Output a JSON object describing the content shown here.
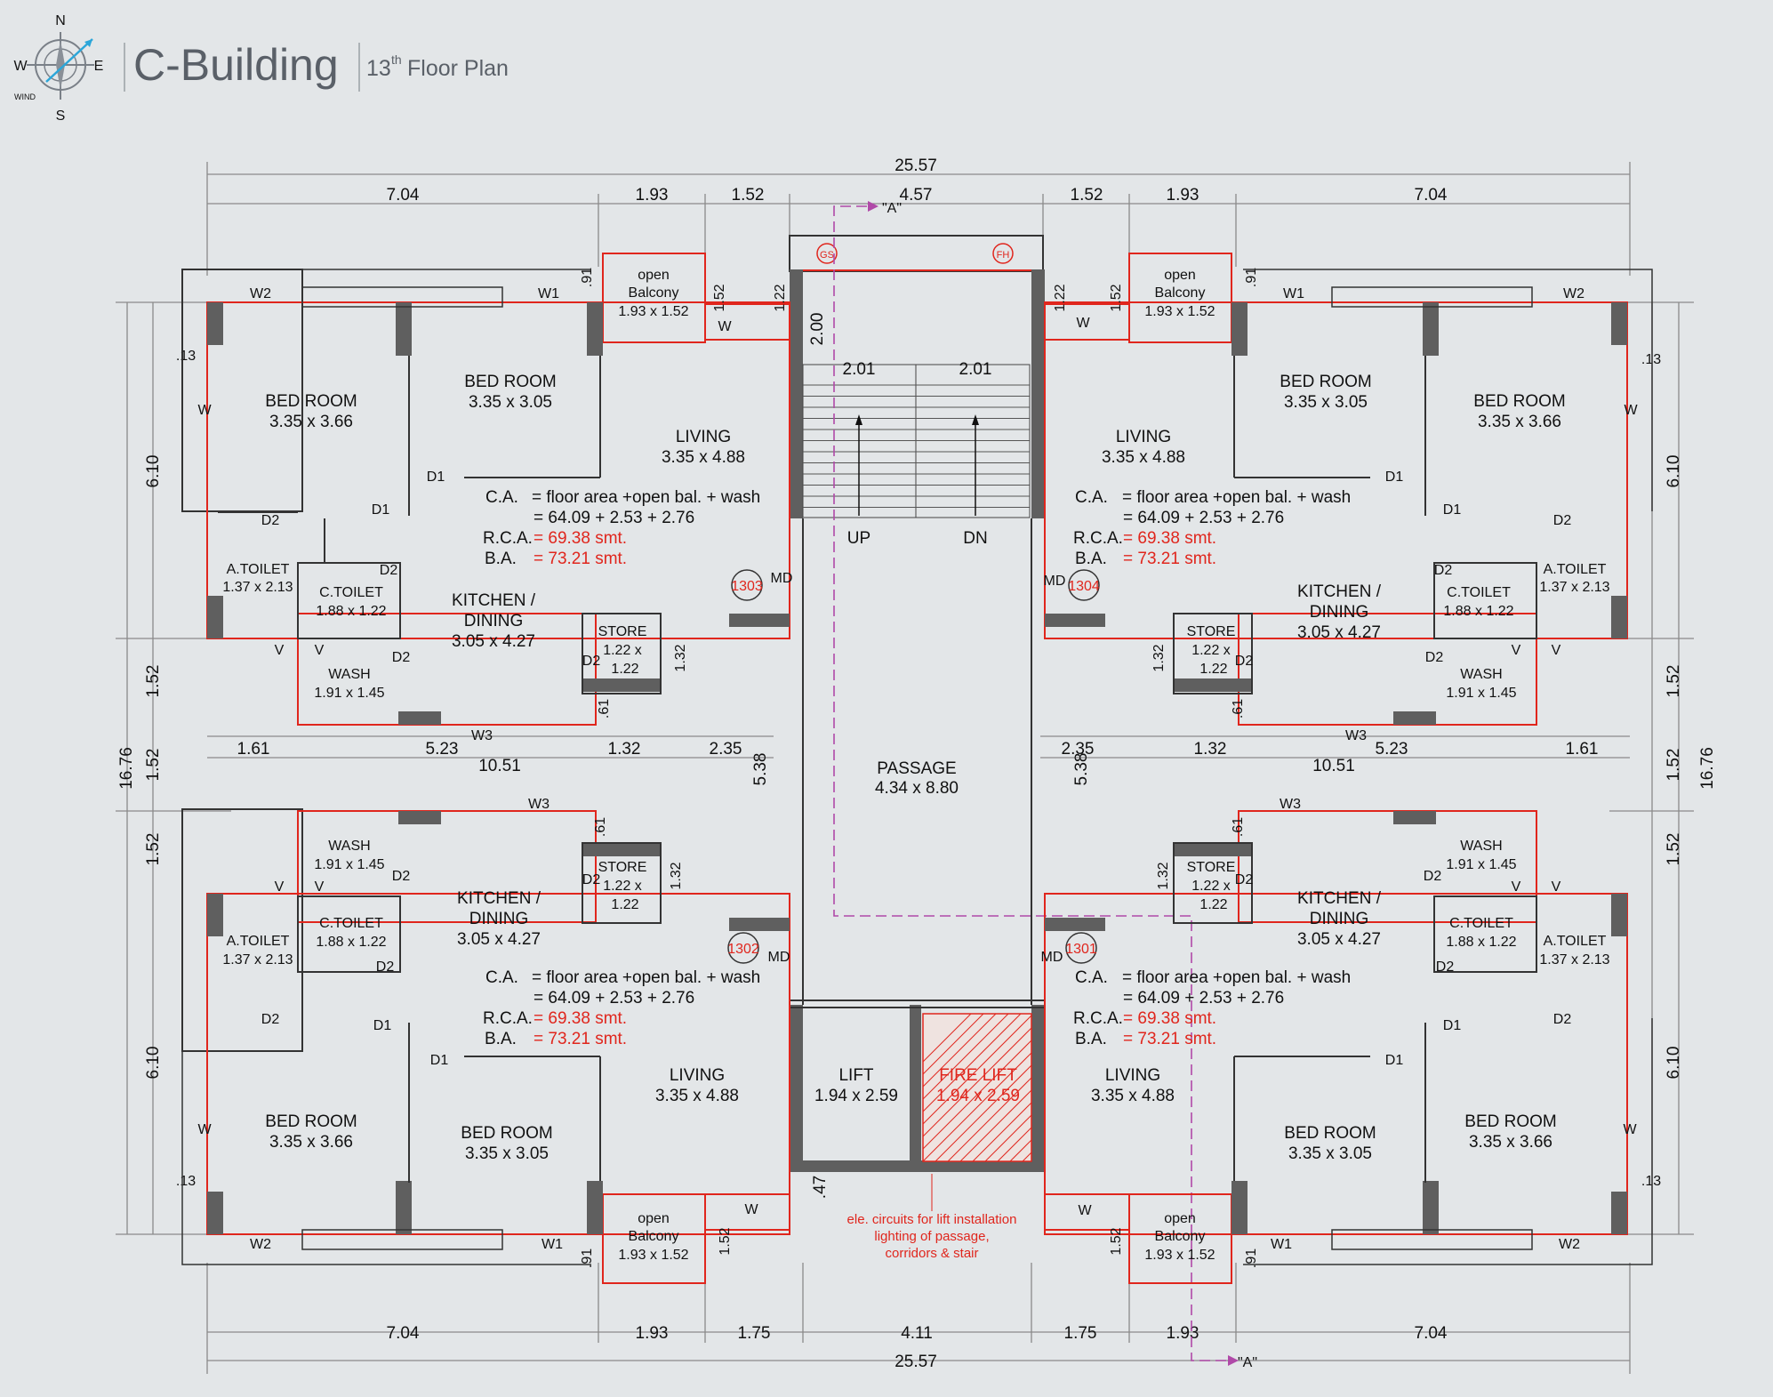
{
  "header": {
    "title": "C-Building",
    "subtitle_prefix": "13",
    "subtitle_sup": "th",
    "subtitle_suffix": "Floor Plan",
    "compass": {
      "n": "N",
      "s": "S",
      "e": "E",
      "w": "W",
      "wind": "WIND"
    }
  },
  "colors": {
    "background": "#e3e6e8",
    "red": "#e0261d",
    "wall": "#5f5f5f",
    "purple": "#b049a8"
  },
  "dimensions": {
    "top_overall": "25.57",
    "top": [
      "7.04",
      "1.93",
      "1.52",
      "4.57",
      "1.52",
      "1.93",
      "7.04"
    ],
    "bottom_overall": "25.57",
    "bottom": [
      "7.04",
      "1.93",
      "1.75",
      "4.11",
      "1.75",
      "1.93",
      "7.04"
    ],
    "left_vertical": [
      "6.10",
      "1.52",
      "1.52",
      "1.52",
      "6.10"
    ],
    "side_total": "16.76",
    "right_vertical": [
      "6.10",
      "1.52",
      "1.52",
      "1.52",
      "6.10"
    ],
    "middle_left": [
      "1.61",
      "5.23",
      "1.32",
      "2.35"
    ],
    "middle_left_total": "10.51",
    "middle_right": [
      "2.35",
      "1.32",
      "5.23",
      "1.61"
    ],
    "middle_right_total": "10.51",
    "stair_width": [
      "2.01",
      "2.01"
    ],
    "stair_depth": "2.00",
    "passage_side": "5.38",
    "misc": {
      "d122": "1.22",
      "d152": "1.52",
      "d091": ".91",
      "d061": ".61",
      "d013": ".13",
      "d132": "1.32",
      "d047": ".47"
    }
  },
  "rooms": {
    "bed_room_large": {
      "name": "BED ROOM",
      "size": "3.35 x 3.66"
    },
    "bed_room_small": {
      "name": "BED ROOM",
      "size": "3.35 x 3.05"
    },
    "living": {
      "name": "LIVING",
      "size": "3.35 x 4.88"
    },
    "open_balcony": {
      "line1": "open",
      "line2": "Balcony",
      "size": "1.93 x 1.52"
    },
    "a_toilet": {
      "name": "A.TOILET",
      "size": "1.37 x 2.13"
    },
    "c_toilet": {
      "name": "C.TOILET",
      "size": "1.88 x 1.22"
    },
    "wash": {
      "name": "WASH",
      "size": "1.91 x 1.45"
    },
    "kitchen": {
      "line1": "KITCHEN /",
      "line2": "DINING",
      "size": "3.05 x 4.27"
    },
    "store": {
      "name": "STORE",
      "size1": "1.22 x",
      "size2": "1.22"
    },
    "passage": {
      "name": "PASSAGE",
      "size": "4.34 x 8.80"
    },
    "lift": {
      "name": "LIFT",
      "size": "1.94 x 2.59"
    },
    "fire_lift": {
      "name": "FIRE LIFT",
      "size": "1.94 x 2.59"
    }
  },
  "area_note": {
    "ca_label": "C.A.",
    "ca_formula": "= floor area +open bal. + wash",
    "ca_values": "=    64.09    + 2.53   + 2.76",
    "rca_label": "R.C.A.",
    "rca_value": "= 69.38 smt.",
    "ba_label": "B.A.",
    "ba_value": "= 73.21 smt."
  },
  "flats": [
    "1303",
    "1304",
    "1302",
    "1301"
  ],
  "tags": {
    "md": "MD",
    "up": "UP",
    "dn": "DN",
    "gs": "GS",
    "fh": "FH",
    "section": "\"A\""
  },
  "openings": {
    "w": "W",
    "w1": "W1",
    "w2": "W2",
    "w3": "W3",
    "v": "V",
    "d1": "D1",
    "d2": "D2"
  },
  "electrical_note": [
    "ele. circuits for lift installation",
    "lighting of passage,",
    "corridors & stair"
  ]
}
